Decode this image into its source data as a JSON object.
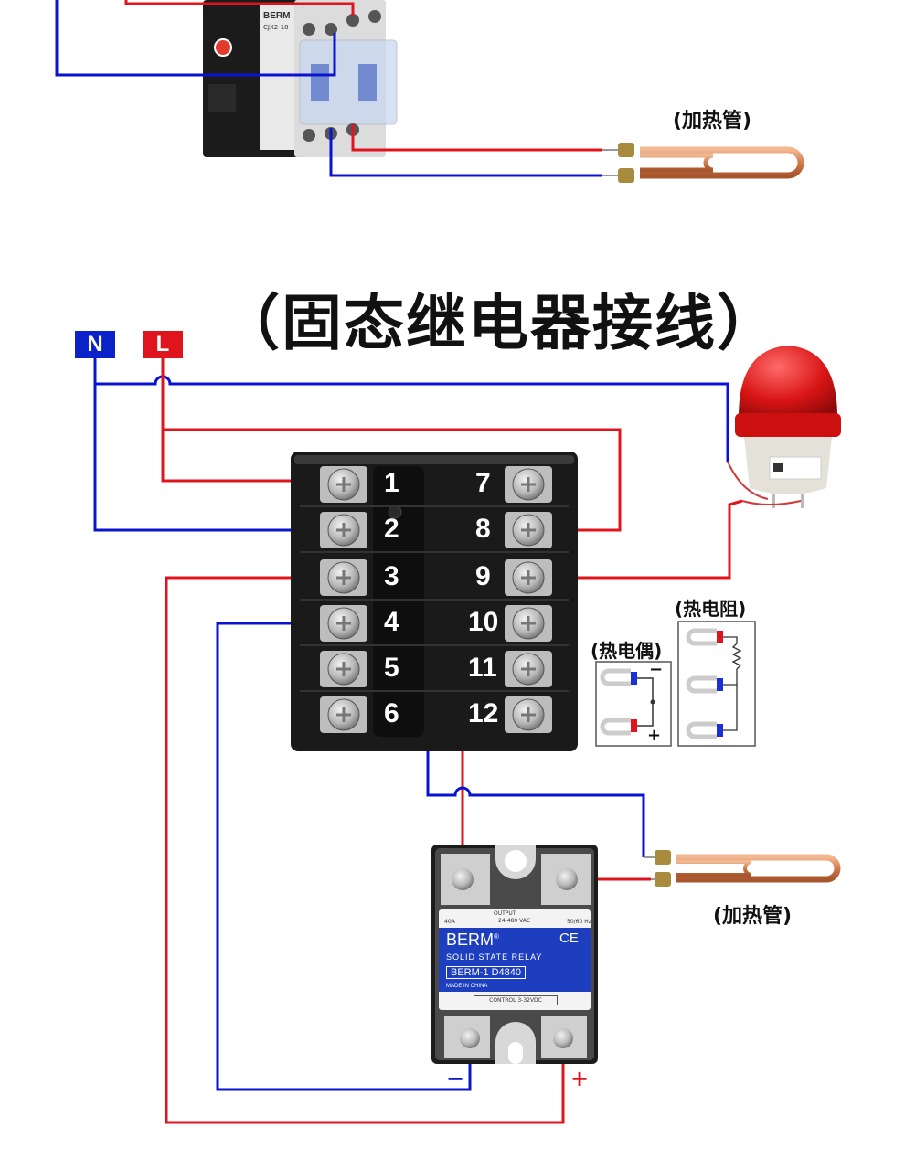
{
  "title": "（固态继电器接线）",
  "colors": {
    "live_wire": "#e0141c",
    "neutral_wire": "#0a14d0",
    "badge_n": "#0a23c8",
    "badge_l": "#e0141c",
    "controller_body": "#1a1a1a",
    "ssr_label": "#1d3fbf",
    "copper": "#d9875a"
  },
  "power": {
    "neutral_label": "N",
    "live_label": "L"
  },
  "contactor": {
    "brand": "BERM",
    "model": "CJX2-18"
  },
  "heater_top": {
    "label": "(加热管)"
  },
  "heater_bottom": {
    "label": "(加热管)"
  },
  "controller": {
    "left_terminals": [
      "1",
      "2",
      "3",
      "4",
      "5",
      "6"
    ],
    "right_terminals": [
      "7",
      "8",
      "9",
      "10",
      "11",
      "12"
    ]
  },
  "thermocouple": {
    "label": "(热电偶)",
    "minus": "−",
    "plus": "+"
  },
  "rtd": {
    "label": "(热电阻)"
  },
  "ssr": {
    "brand": "BERM",
    "registered": "®",
    "ce": "CE",
    "subtitle": "SOLID STATE RELAY",
    "model": "BERM-1 D4840",
    "made_in": "MADE IN CHINA",
    "output_label": "OUTPUT",
    "output_voltage": "24-480 VAC",
    "current": "40A",
    "frequency": "50/60 Hz",
    "control": "CONTROL 3-32VDC",
    "minus_label": "−",
    "plus_label": "+"
  },
  "alarm_lamp": {
    "name": "alarm-lamp"
  }
}
